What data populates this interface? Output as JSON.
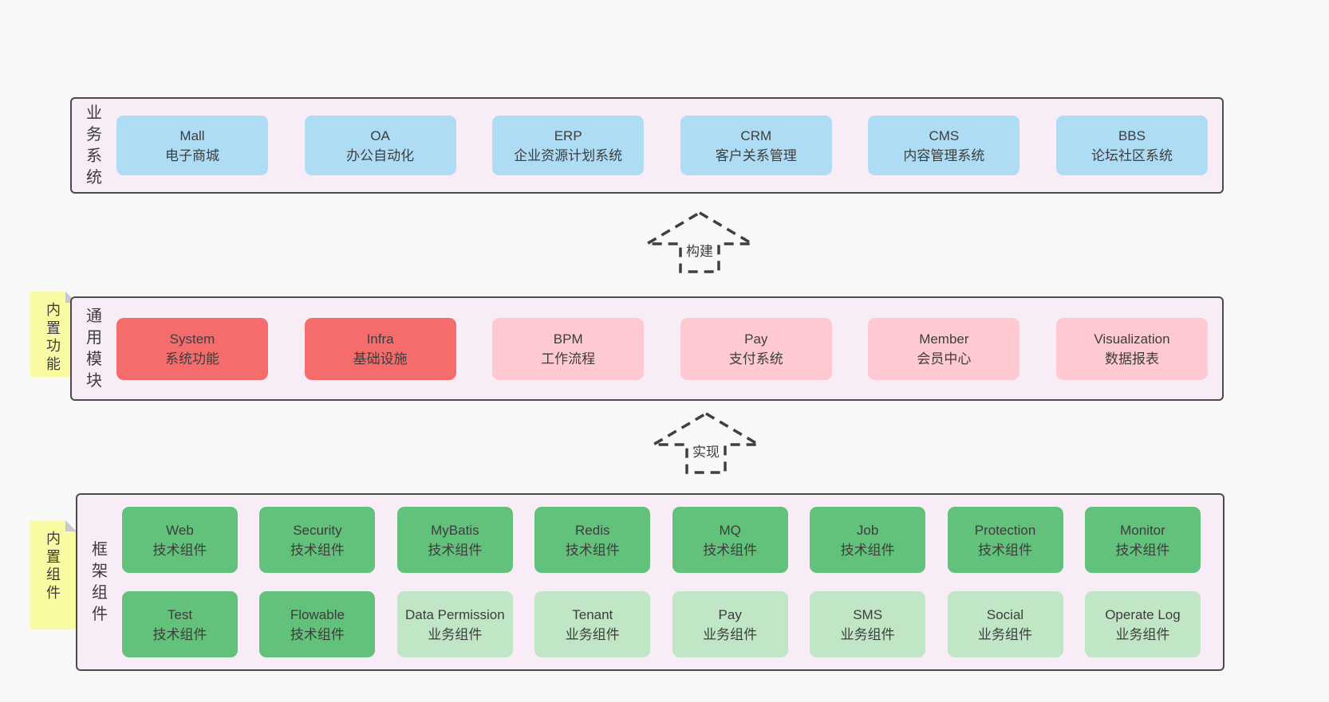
{
  "palette": {
    "page_bg": "#f8f8f8",
    "layer_bg": "#f8edf6",
    "layer_border": "#4b4b4b",
    "blue": "#aedcf5",
    "red": "#f56c6c",
    "pink": "#ffc9d2",
    "green_dark": "#62c17a",
    "green_light": "#c0e6c6",
    "sticky_yellow": "#fafaa2",
    "arrow_stroke": "#3f3f3f",
    "text": "#3c3c3c"
  },
  "arrows": [
    {
      "label": "构建"
    },
    {
      "label": "实现"
    }
  ],
  "stickies": [
    {
      "label": "内置功能"
    },
    {
      "label": "内置组件"
    }
  ],
  "layers": [
    {
      "label": "业务系统",
      "rows": [
        [
          {
            "name": "Mall",
            "subtitle": "电子商城",
            "color": "blue"
          },
          {
            "name": "OA",
            "subtitle": "办公自动化",
            "color": "blue"
          },
          {
            "name": "ERP",
            "subtitle": "企业资源计划系统",
            "color": "blue"
          },
          {
            "name": "CRM",
            "subtitle": "客户关系管理",
            "color": "blue"
          },
          {
            "name": "CMS",
            "subtitle": "内容管理系统",
            "color": "blue"
          },
          {
            "name": "BBS",
            "subtitle": "论坛社区系统",
            "color": "blue"
          }
        ]
      ]
    },
    {
      "label": "通用模块",
      "rows": [
        [
          {
            "name": "System",
            "subtitle": "系统功能",
            "color": "red"
          },
          {
            "name": "Infra",
            "subtitle": "基础设施",
            "color": "red"
          },
          {
            "name": "BPM",
            "subtitle": "工作流程",
            "color": "pink"
          },
          {
            "name": "Pay",
            "subtitle": "支付系统",
            "color": "pink"
          },
          {
            "name": "Member",
            "subtitle": "会员中心",
            "color": "pink"
          },
          {
            "name": "Visualization",
            "subtitle": "数据报表",
            "color": "pink"
          }
        ]
      ]
    },
    {
      "label": "框架组件",
      "rows": [
        [
          {
            "name": "Web",
            "subtitle": "技术组件",
            "color": "green_dark"
          },
          {
            "name": "Security",
            "subtitle": "技术组件",
            "color": "green_dark"
          },
          {
            "name": "MyBatis",
            "subtitle": "技术组件",
            "color": "green_dark"
          },
          {
            "name": "Redis",
            "subtitle": "技术组件",
            "color": "green_dark"
          },
          {
            "name": "MQ",
            "subtitle": "技术组件",
            "color": "green_dark"
          },
          {
            "name": "Job",
            "subtitle": "技术组件",
            "color": "green_dark"
          },
          {
            "name": "Protection",
            "subtitle": "技术组件",
            "color": "green_dark"
          },
          {
            "name": "Monitor",
            "subtitle": "技术组件",
            "color": "green_dark"
          }
        ],
        [
          {
            "name": "Test",
            "subtitle": "技术组件",
            "color": "green_dark"
          },
          {
            "name": "Flowable",
            "subtitle": "技术组件",
            "color": "green_dark"
          },
          {
            "name": "Data Permission",
            "subtitle": "业务组件",
            "color": "green_light"
          },
          {
            "name": "Tenant",
            "subtitle": "业务组件",
            "color": "green_light"
          },
          {
            "name": "Pay",
            "subtitle": "业务组件",
            "color": "green_light"
          },
          {
            "name": "SMS",
            "subtitle": "业务组件",
            "color": "green_light"
          },
          {
            "name": "Social",
            "subtitle": "业务组件",
            "color": "green_light"
          },
          {
            "name": "Operate Log",
            "subtitle": "业务组件",
            "color": "green_light"
          }
        ]
      ]
    }
  ]
}
